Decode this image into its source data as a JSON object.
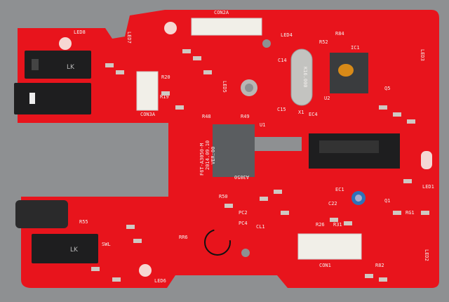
{
  "board": {
    "version_text": [
      "F6T-A3050-M",
      "2014.09.10",
      "VER:00"
    ],
    "crystal_marking": "K16.000",
    "sensor_marking": "A3050",
    "switch_logo": "LK",
    "labels": {
      "con2a": "CON2A",
      "con3a": "CON3A",
      "con1": "CON1",
      "led1": "LED1",
      "led2": "LED2",
      "led3": "LED3",
      "led4": "LED4",
      "led5": "LED5",
      "led6": "LED6",
      "led7": "LED7",
      "led8": "LED8",
      "x1": "X1",
      "u1": "U1",
      "u2": "U2",
      "ic1": "IC1",
      "c14": "C14",
      "c15": "C15",
      "r48": "R48",
      "r49": "R49",
      "r84": "R84",
      "r52": "R52",
      "r19": "R19",
      "r20": "R20",
      "ec1": "EC1",
      "ec4": "EC4",
      "c22": "C22",
      "r31": "R31",
      "r26": "R26",
      "pc2": "PC2",
      "pc4": "PC4",
      "cl1": "CL1",
      "r50": "R50",
      "r55": "R55",
      "rr6": "RR6",
      "swl": "SWL",
      "r82": "R82",
      "q5": "Q5",
      "q1": "Q1",
      "rg1": "RG1"
    },
    "colors": {
      "pcb": "#e8141c",
      "background": "#8e9092",
      "silk": "#f4f0ee",
      "chip": "#3a3c3e"
    }
  }
}
